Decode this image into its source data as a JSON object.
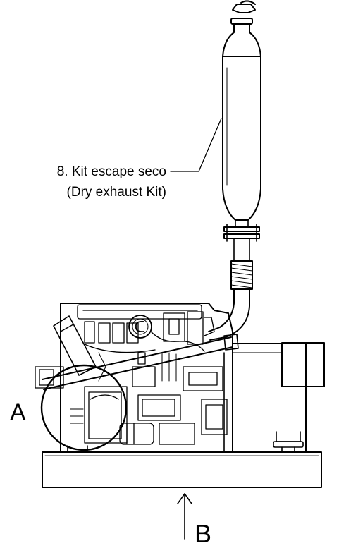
{
  "callout": {
    "line1": "8. Kit escape seco",
    "line2": "(Dry exhaust Kit)"
  },
  "view_labels": {
    "a": "A",
    "b": "B"
  },
  "colors": {
    "ink": "#000000",
    "paper": "#ffffff"
  }
}
